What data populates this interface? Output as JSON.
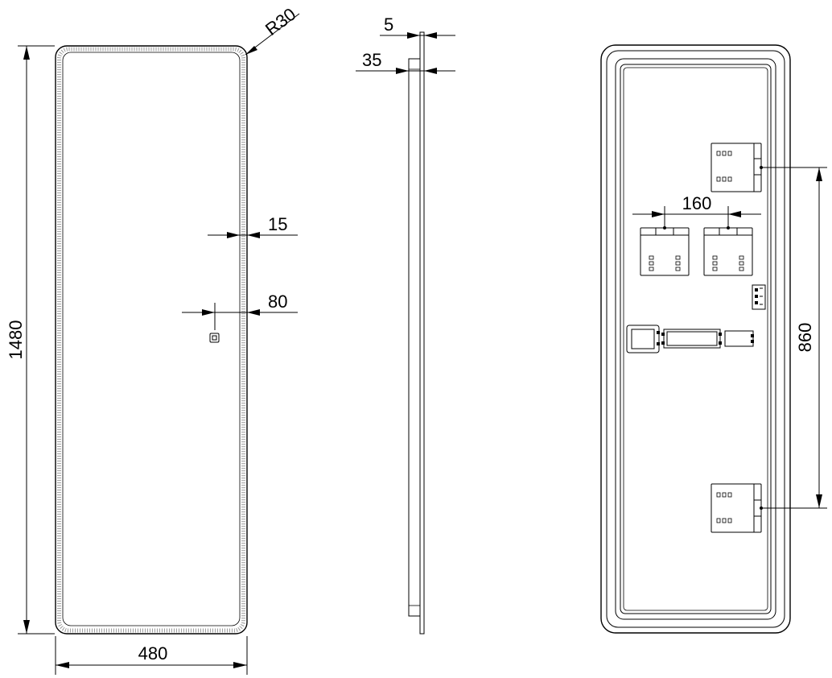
{
  "dimensions": {
    "radius": "R30",
    "glass_thickness": "5",
    "depth": "35",
    "led_width": "15",
    "switch_offset": "80",
    "height": "1480",
    "width": "480",
    "bracket_spacing": "160",
    "mounting_spacing": "860"
  },
  "icons": {
    "switch": "touch-switch-icon"
  }
}
